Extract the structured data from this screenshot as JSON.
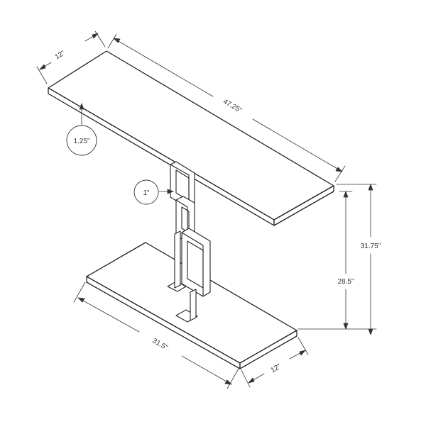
{
  "diagram": {
    "colors": {
      "line": "#222222",
      "dim": "#333333",
      "background": "#ffffff"
    },
    "dimensions": {
      "top_depth": "12\"",
      "top_length": "47.25\"",
      "top_thickness": "1.25\"",
      "frame_width": "1\"",
      "overall_height": "31.75\"",
      "clearance_height": "28.5\"",
      "base_length": "31.5\"",
      "base_depth": "12\""
    }
  }
}
